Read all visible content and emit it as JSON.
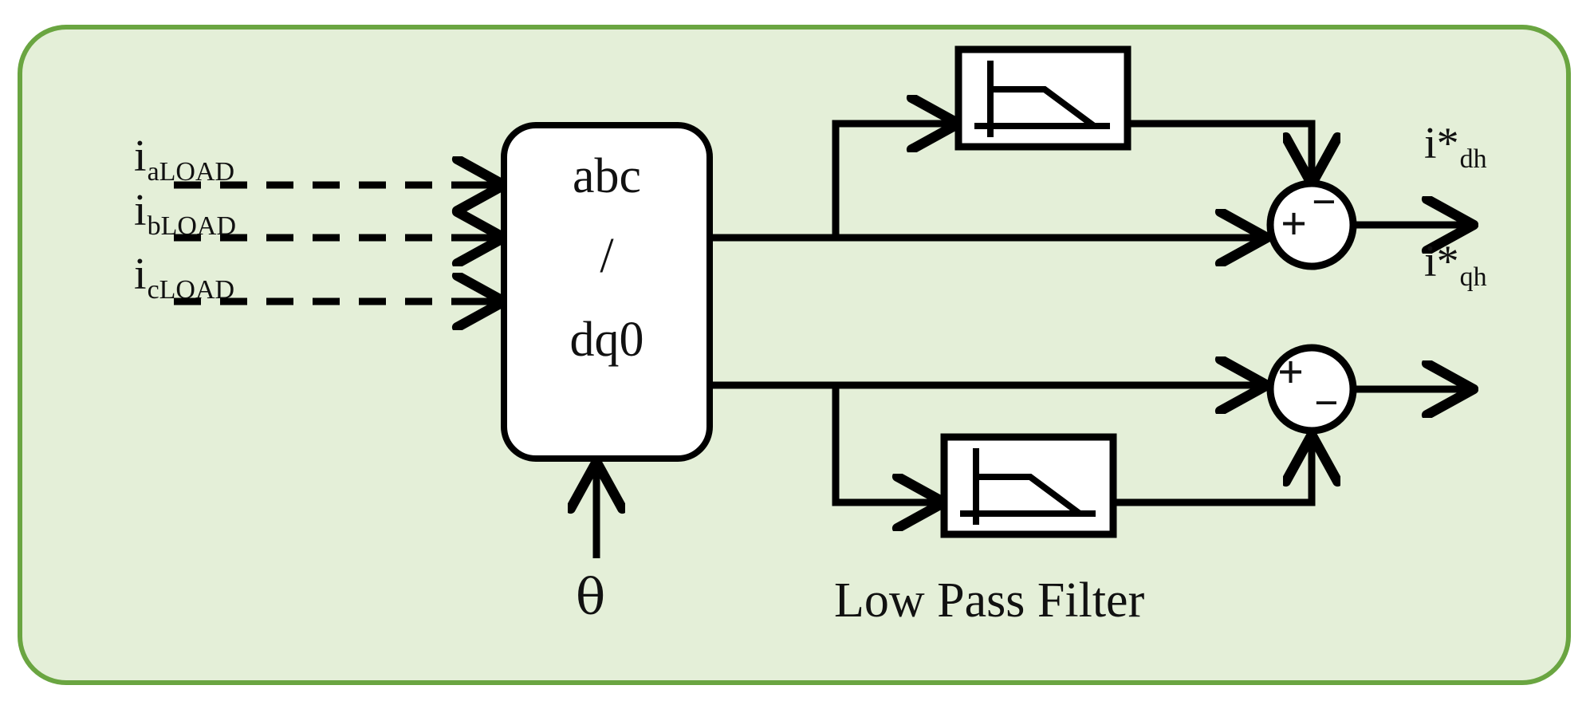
{
  "panel": {
    "background_color": "#e4efd8",
    "border_color": "#6aa541"
  },
  "colors": {
    "line": "#000000",
    "block_fill": "#ffffff",
    "panel_fill": "#e4efd8",
    "panel_border": "#6aa541",
    "text": "#111111"
  },
  "inputs": [
    {
      "name": "phase-a-load-current",
      "symbol": "i",
      "subscript": "a",
      "subscript2": "LOAD",
      "line_style": "dashed"
    },
    {
      "name": "phase-b-load-current",
      "symbol": "i",
      "subscript": "b",
      "subscript2": "LOAD",
      "line_style": "dashed"
    },
    {
      "name": "phase-c-load-current",
      "symbol": "i",
      "subscript": "c",
      "subscript2": "LOAD",
      "line_style": "dashed"
    }
  ],
  "transform_block": {
    "line1": "abc",
    "line2": "/",
    "line3": "dq0",
    "angle_input": "θ"
  },
  "filters": [
    {
      "name": "low-pass-filter-d",
      "icon": "low-pass-filter-icon"
    },
    {
      "name": "low-pass-filter-q",
      "icon": "low-pass-filter-icon"
    }
  ],
  "filter_caption": "Low Pass Filter",
  "summing_nodes": [
    {
      "name": "summing-junction-d",
      "plus": "+",
      "minus": "−",
      "plus_position": "left",
      "minus_position": "top-right"
    },
    {
      "name": "summing-junction-q",
      "plus": "+",
      "minus": "−",
      "plus_position": "top-left",
      "minus_position": "bottom-right"
    }
  ],
  "outputs": [
    {
      "name": "d-axis-harmonic-current-reference",
      "symbol": "i",
      "star": "*",
      "subscript": "dh"
    },
    {
      "name": "q-axis-harmonic-current-reference",
      "symbol": "i",
      "star": "*",
      "subscript": "qh"
    }
  ]
}
